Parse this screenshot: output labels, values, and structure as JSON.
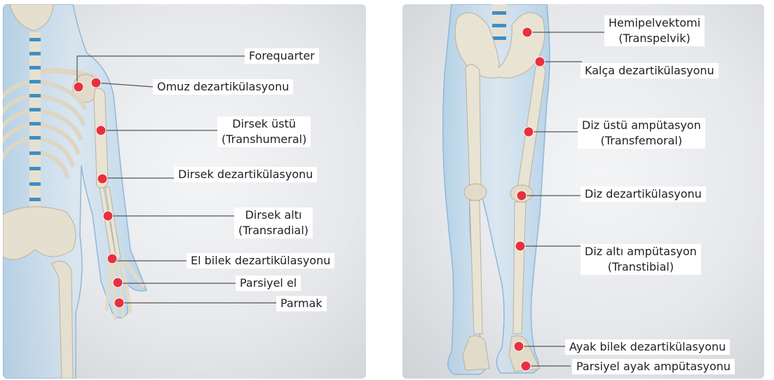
{
  "left_panel": {
    "labels": [
      {
        "id": "forequarter",
        "lines": [
          "Forequarter"
        ]
      },
      {
        "id": "omuz",
        "lines": [
          "Omuz dezartikülasyonu"
        ]
      },
      {
        "id": "dirsek-ustu",
        "lines": [
          "Dirsek üstü",
          "(Transhumeral)"
        ]
      },
      {
        "id": "dirsek-dez",
        "lines": [
          "Dirsek dezartikülasyonu"
        ]
      },
      {
        "id": "dirsek-alti",
        "lines": [
          "Dirsek altı",
          "(Transradial)"
        ]
      },
      {
        "id": "el-bilek",
        "lines": [
          "El bilek dezartikülasyonu"
        ]
      },
      {
        "id": "parsiyel-el",
        "lines": [
          "Parsiyel el"
        ]
      },
      {
        "id": "parmak",
        "lines": [
          "Parmak"
        ]
      }
    ]
  },
  "right_panel": {
    "labels": [
      {
        "id": "hemipelvektomi",
        "lines": [
          "Hemipelvektomi",
          "(Transpelvik)"
        ]
      },
      {
        "id": "kalca",
        "lines": [
          "Kalça dezartikülasyonu"
        ]
      },
      {
        "id": "diz-ustu",
        "lines": [
          "Diz üstü ampütasyon",
          "(Transfemoral)"
        ]
      },
      {
        "id": "diz-dez",
        "lines": [
          "Diz dezartikülasyonu"
        ]
      },
      {
        "id": "diz-alti",
        "lines": [
          "Diz altı ampütasyon",
          "(Transtibial)"
        ]
      },
      {
        "id": "ayak-bilek",
        "lines": [
          "Ayak bilek dezartikülasyonu"
        ]
      },
      {
        "id": "parsiyel-ayak",
        "lines": [
          "Parsiyel ayak ampütasyonu"
        ]
      }
    ]
  },
  "colors": {
    "marker": "#e8303f",
    "body_shell": "#9fc6e4",
    "bone": "#e9e3d4",
    "spine_disc": "#3b8fc9",
    "leader": "#555555"
  }
}
